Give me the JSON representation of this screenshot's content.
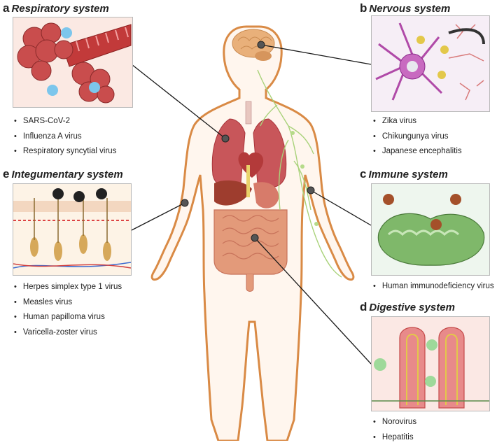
{
  "panels": {
    "a": {
      "letter": "a",
      "title": "Respiratory system",
      "viruses": [
        "SARS-CoV-2",
        "Influenza A virus",
        "Respiratory syncytial virus"
      ]
    },
    "b": {
      "letter": "b",
      "title": "Nervous system",
      "viruses": [
        "Zika virus",
        "Chikungunya virus",
        "Japanese encephalitis"
      ]
    },
    "c": {
      "letter": "c",
      "title": "Immune system",
      "viruses": [
        "Human immunodeficiency virus"
      ]
    },
    "d": {
      "letter": "d",
      "title": "Digestive system",
      "viruses": [
        "Norovirus",
        "Hepatitis"
      ]
    },
    "e": {
      "letter": "e",
      "title": "Integumentary system",
      "viruses": [
        "Herpes simplex type 1 virus",
        "Measles virus",
        "Human papilloma virus",
        "Varicella-zoster virus"
      ]
    }
  },
  "colors": {
    "body_outline": "#d98a45",
    "lung": "#c8565a",
    "brain": "#e9b07a",
    "intestine": "#e39a7a",
    "nerve": "#a9d27a",
    "lymph": "#b6db8a",
    "connector": "#1a1a1a",
    "virus_blue": "#7cc6ec",
    "virus_green": "#9ed99a",
    "virus_brown": "#a4502a"
  }
}
